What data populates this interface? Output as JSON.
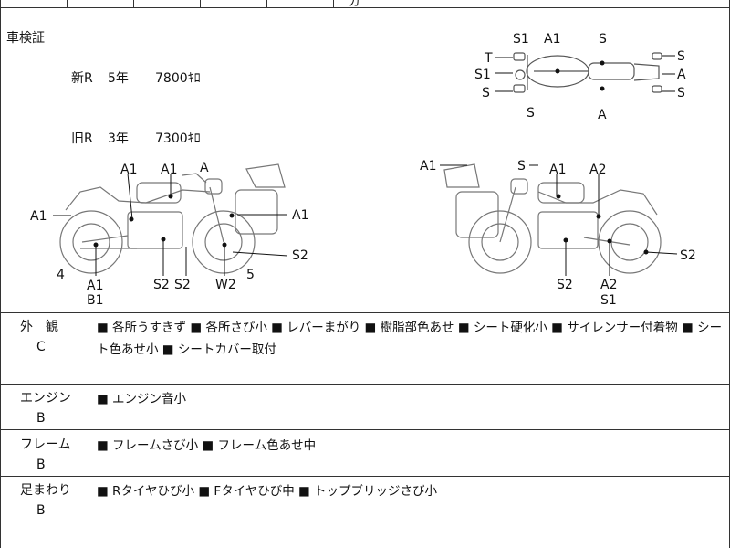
{
  "top_strip_text": "ガ",
  "certificate": {
    "label": "車検証",
    "rows": [
      {
        "type": "新R",
        "period": "5年",
        "price": "7800ｷﾛ"
      },
      {
        "type": "旧R",
        "period": "3年",
        "price": "7300ｷﾛ"
      }
    ]
  },
  "diagram": {
    "top_view_labels": {
      "t": "T",
      "s1_top": "S1",
      "a1_top": "A1",
      "s_top_mid": "S",
      "s_top_right": "S",
      "s1_left": "S1",
      "a_right": "A",
      "s_left": "S",
      "s_right_low": "S",
      "s_bottom_left": "S",
      "a_bottom": "A"
    },
    "left_view_labels": {
      "a1_a": "A1",
      "a1_b": "A1",
      "a_top": "A",
      "a1_left": "A1",
      "a1_right": "A1",
      "s2_right": "S2",
      "num4": "4",
      "a1_bottom": "A1",
      "b1": "B1",
      "s2_a": "S2",
      "s2_b": "S2",
      "w2": "W2",
      "num5": "5"
    },
    "right_view_labels": {
      "a1_left": "A1",
      "s_top": "S",
      "a1_mid": "A1",
      "a2_top": "A2",
      "s2_right": "S2",
      "s2_bottom": "S2",
      "a2_bottom": "A2",
      "s1_bottom": "S1"
    }
  },
  "sections": [
    {
      "label": "外　観",
      "grade": "C",
      "text": "■ 各所うすきず ■ 各所さび小 ■ レバーまがり ■ 樹脂部色あせ ■ シート硬化小 ■ サイレンサー付着物 ■ シート色あせ小 ■ シートカバー取付"
    },
    {
      "label": "エンジン",
      "grade": "B",
      "text": "■ エンジン音小"
    },
    {
      "label": "フレーム",
      "grade": "B",
      "text": "■ フレームさび小 ■ フレーム色あせ中"
    },
    {
      "label": "足まわり",
      "grade": "B",
      "text": "■ Rタイヤひび小 ■ Fタイヤひび中 ■ トップブリッジさび小"
    }
  ]
}
